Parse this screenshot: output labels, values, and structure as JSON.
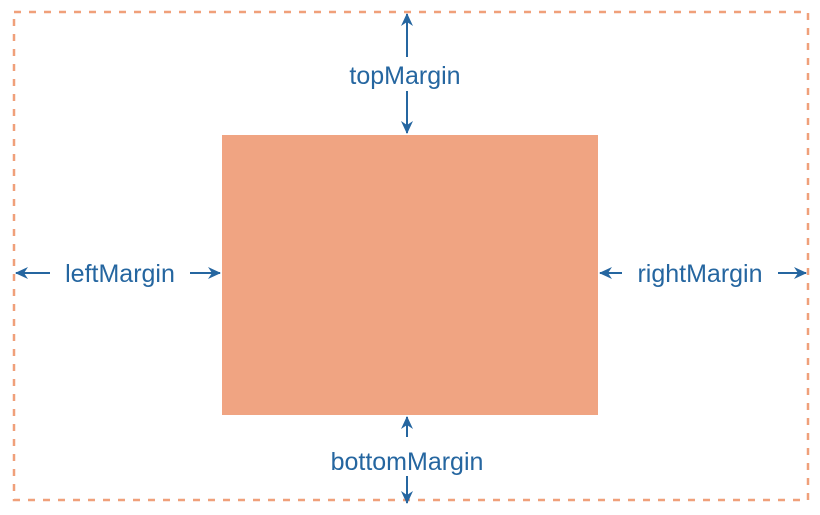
{
  "labels": {
    "top": "topMargin",
    "left": "leftMargin",
    "right": "rightMargin",
    "bottom": "bottomMargin"
  },
  "colors": {
    "frame_dashes": "#f0a07a",
    "content_box": "#f0a482",
    "arrows_and_text": "#2566a0"
  }
}
